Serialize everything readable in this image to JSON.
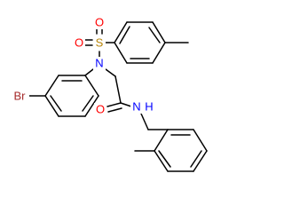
{
  "molecule": {
    "atoms": {
      "S": {
        "text": "S",
        "color": "#b8860b"
      },
      "O1": {
        "text": "O",
        "color": "#ff0000"
      },
      "O2": {
        "text": "O",
        "color": "#ff0000"
      },
      "N1": {
        "text": "N",
        "color": "#0000ff"
      },
      "O3": {
        "text": "O",
        "color": "#ff0000"
      },
      "N2": {
        "text": "N",
        "color": "#0000ff"
      },
      "H": {
        "text": "H",
        "color": "#0000ff"
      },
      "Br": {
        "text": "Br",
        "color": "#a52a2a"
      }
    },
    "bond_color": "#000000"
  }
}
